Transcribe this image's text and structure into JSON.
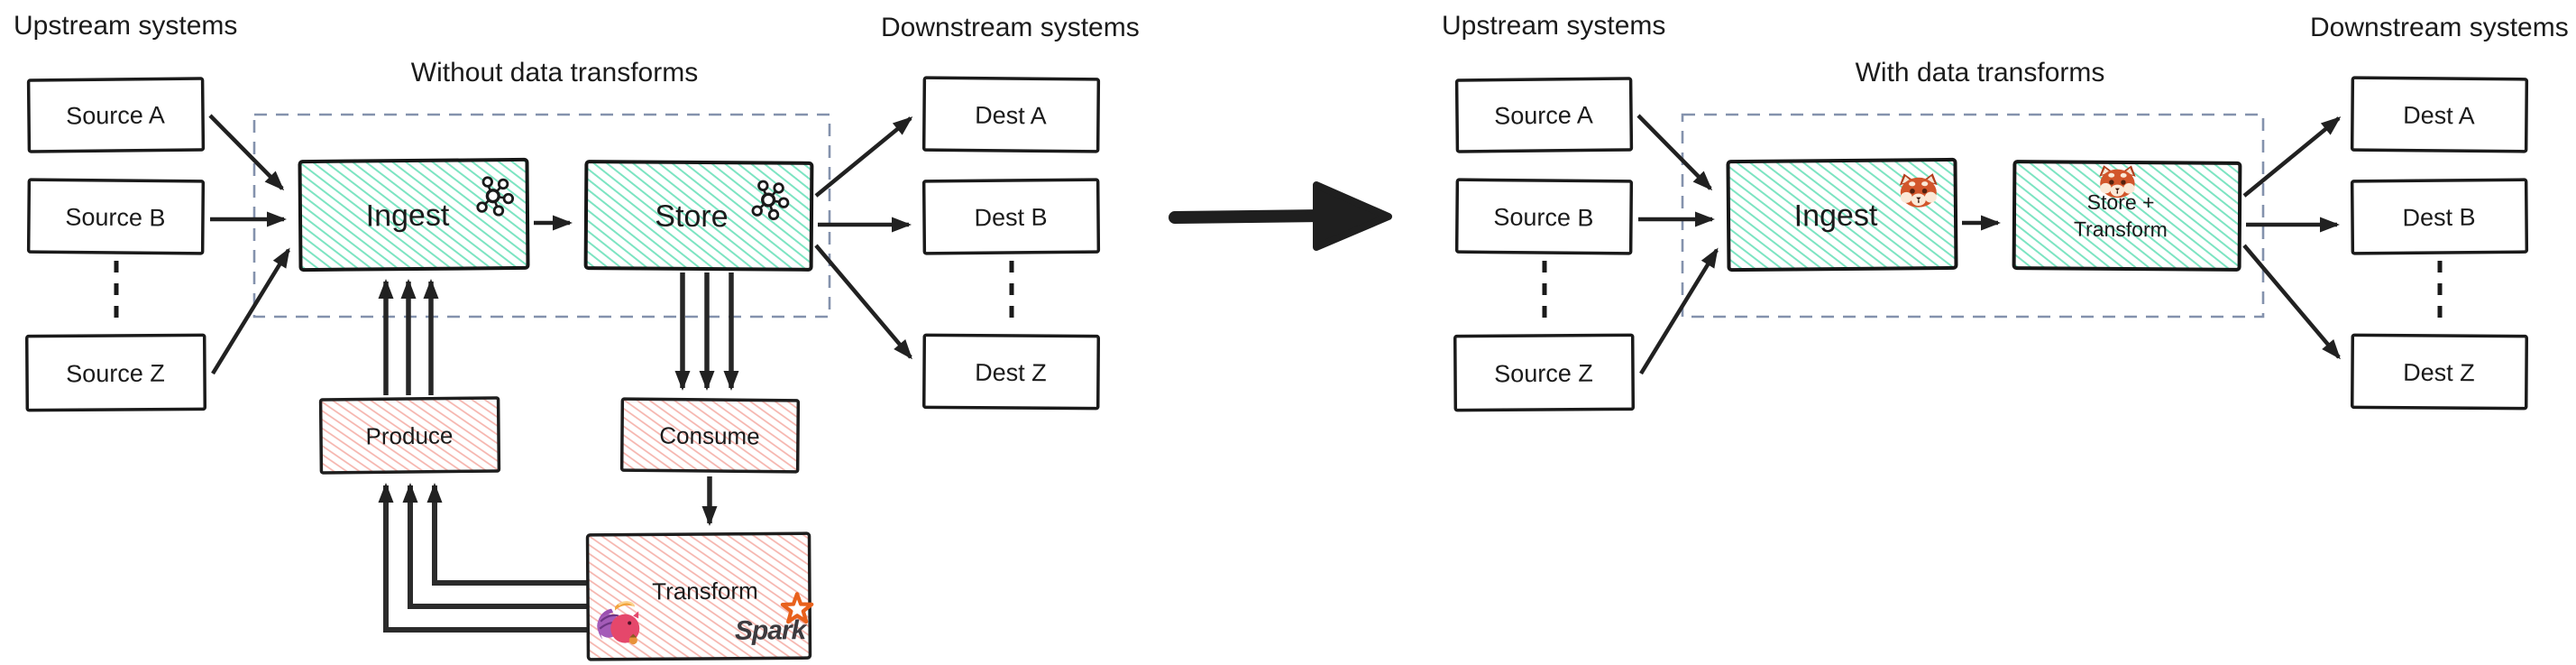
{
  "left_diagram": {
    "upstream_label": "Upstream systems",
    "title": "Without data transforms",
    "downstream_label": "Downstream systems",
    "sources": [
      "Source A",
      "Source B",
      "Source Z"
    ],
    "dests": [
      "Dest A",
      "Dest B",
      "Dest Z"
    ],
    "ingest_label": "Ingest",
    "store_label": "Store",
    "produce_label": "Produce",
    "consume_label": "Consume",
    "transform_label": "Transform",
    "spark_label": "Spark",
    "ingest_icon": "kafka-icon",
    "store_icon": "kafka-icon",
    "transform_icons": [
      "flink-squirrel-icon",
      "spark-star-logo"
    ]
  },
  "right_diagram": {
    "upstream_label": "Upstream systems",
    "title": "With data transforms",
    "downstream_label": "Downstream systems",
    "sources": [
      "Source A",
      "Source B",
      "Source Z"
    ],
    "dests": [
      "Dest A",
      "Dest B",
      "Dest Z"
    ],
    "ingest_label": "Ingest",
    "store_transform_line1": "Store +",
    "store_transform_line2": "Transform",
    "ingest_icon": "redpanda-icon",
    "store_transform_icon": "redpanda-icon"
  },
  "transition": {
    "icon": "big-right-arrow"
  },
  "colors": {
    "teal_hatch": "#7de4c2",
    "pink_hatch": "#f5b3ac",
    "box_border": "#1a1a1a",
    "dashed_boundary": "#8492ad",
    "arrow": "#212121",
    "text": "#1b1b1b",
    "spark_orange": "#e8611c",
    "spark_text": "#3d3a3e",
    "flink_body": "#e5476b",
    "flink_tail": "#9a4fb0",
    "flink_tuft": "#f2a33c",
    "redpanda_fur": "#d2562b"
  }
}
